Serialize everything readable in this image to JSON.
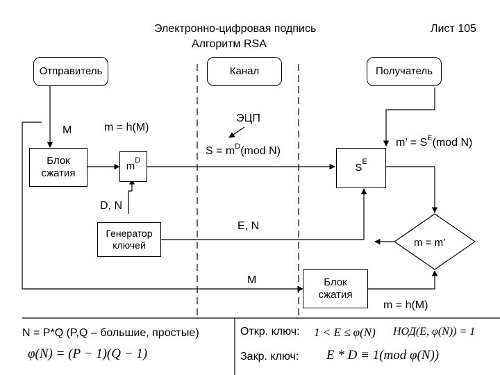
{
  "header": {
    "title_line1": "Электронно-цифровая подпись",
    "title_line2": "Алгоритм RSA",
    "sheet": "Лист 105"
  },
  "parties": {
    "sender": "Отправитель",
    "channel": "Канал",
    "receiver": "Получатель"
  },
  "sender_side": {
    "message": "M",
    "hash_label": "m = h(M)",
    "compress_block_l1": "Блок",
    "compress_block_l2": "сжатия",
    "m_base": "m",
    "m_sup": "D",
    "keys_label": "D, N",
    "generator_l1": "Генератор",
    "generator_l2": "ключей"
  },
  "channel_side": {
    "signature_label": "ЭЦП",
    "s_formula_pre": "S = m",
    "s_formula_sup": "D",
    "s_formula_post": "(mod N)",
    "public_key_label": "E, N",
    "message_label": "M"
  },
  "receiver_side": {
    "s_base": "S",
    "s_sup": "E",
    "m_prime_pre": "m’ = S",
    "m_prime_sup": "E",
    "m_prime_post": "(mod N)",
    "compare_label": "m = m’",
    "compress_block_l1": "Блок",
    "compress_block_l2": "сжатия",
    "hash_label": "m = h(M)"
  },
  "footer": {
    "n_formula": "N = P*Q (P,Q – большие, простые)",
    "phi_formula": "φ(N) = (P − 1)(Q − 1)",
    "open_key_label": "Откр. ключ:",
    "open_key_cond": "1 < E ≤ φ(N)",
    "gcd_cond": "НОД(E, φ(N)) = 1",
    "closed_key_label": "Закр. ключ:",
    "closed_key_formula": "E * D ≡ 1(mod φ(N))"
  }
}
